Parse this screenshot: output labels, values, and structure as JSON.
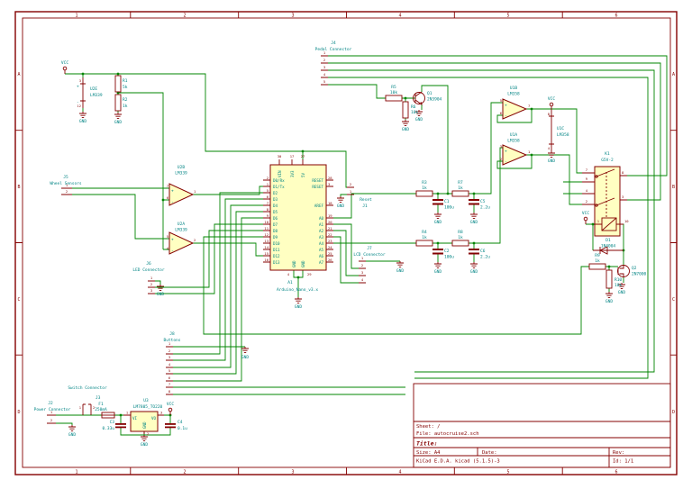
{
  "frame": {
    "cols": [
      "1",
      "2",
      "3",
      "4",
      "5",
      "6"
    ],
    "rows": [
      "A",
      "B",
      "C",
      "D"
    ]
  },
  "title_block": {
    "sheet": "Sheet: /",
    "file": "File: autocruise2.sch",
    "title": "Title:",
    "size": "Size: A4",
    "date": "Date:",
    "rev": "Rev:",
    "generator": "KiCad E.D.A.  kicad (5.1.5)-3",
    "id": "Id: 1/1"
  },
  "power": {
    "vcc": "VCC",
    "gnd": "GND"
  },
  "symbols": {
    "plus": "+",
    "minus": "-"
  },
  "parts": {
    "u2e": {
      "ref": "U2E",
      "value": "LM339",
      "pin_top": "3",
      "pin_bottom": "12"
    },
    "r1": {
      "ref": "R1",
      "value": "5k"
    },
    "r2": {
      "ref": "R2",
      "value": "1k"
    },
    "j5": {
      "ref": "J5",
      "value": "Wheel Sensors",
      "p1": "1",
      "p2": "2"
    },
    "u2b": {
      "ref": "U2B",
      "value": "LM339",
      "pin_plus": "7",
      "pin_minus": "6",
      "pin_out": "1"
    },
    "u2a": {
      "ref": "U2A",
      "value": "LM339",
      "pin_plus": "5",
      "pin_minus": "4",
      "pin_out": "2"
    },
    "j6": {
      "ref": "J6",
      "value": "LED Connector",
      "p1": "1",
      "p2": "2",
      "p3": "3"
    },
    "j8": {
      "ref": "J8",
      "value": "Buttons",
      "pins": [
        "1",
        "2",
        "3",
        "4",
        "5",
        "6",
        "7",
        "8"
      ]
    },
    "a1": {
      "ref": "A1",
      "value": "Arduino_Nano_v3.x",
      "top": [
        {
          "n": "30",
          "name": "VIN"
        },
        {
          "n": "17",
          "name": "3V3"
        },
        {
          "n": "27",
          "name": "5V"
        }
      ],
      "left": [
        {
          "n": "2",
          "name": "D0/Rx"
        },
        {
          "n": "1",
          "name": "D1/Tx"
        },
        {
          "n": "5",
          "name": "D2"
        },
        {
          "n": "6",
          "name": "D3"
        },
        {
          "n": "7",
          "name": "D4"
        },
        {
          "n": "8",
          "name": "D5"
        },
        {
          "n": "9",
          "name": "D6"
        },
        {
          "n": "10",
          "name": "D7"
        },
        {
          "n": "11",
          "name": "D8"
        },
        {
          "n": "12",
          "name": "D9"
        },
        {
          "n": "13",
          "name": "D10"
        },
        {
          "n": "14",
          "name": "D11"
        },
        {
          "n": "15",
          "name": "D12"
        },
        {
          "n": "16",
          "name": "D13"
        }
      ],
      "right": [
        {
          "n": "28",
          "name": "RESET"
        },
        {
          "n": "3",
          "name": "RESET"
        },
        {
          "n": "18",
          "name": "AREF"
        },
        {
          "n": "19",
          "name": "A0"
        },
        {
          "n": "20",
          "name": "A1"
        },
        {
          "n": "21",
          "name": "A2"
        },
        {
          "n": "22",
          "name": "A3"
        },
        {
          "n": "23",
          "name": "A4"
        },
        {
          "n": "24",
          "name": "A5"
        },
        {
          "n": "25",
          "name": "A6"
        },
        {
          "n": "26",
          "name": "A7"
        }
      ],
      "bottom": [
        {
          "n": "4",
          "name": "GND"
        },
        {
          "n": "29",
          "name": "GND"
        }
      ]
    },
    "j1": {
      "ref": "J1",
      "value": "Reset",
      "p1": "1",
      "p2": "2"
    },
    "j4": {
      "ref": "J4",
      "value": "Pedal Connector",
      "pins": [
        "1",
        "2",
        "3",
        "4",
        "5"
      ]
    },
    "r5": {
      "ref": "R5",
      "value": "10k"
    },
    "r6": {
      "ref": "R6",
      "value": "10k"
    },
    "q1": {
      "ref": "Q1",
      "value": "2N3904"
    },
    "u1b": {
      "ref": "U1B",
      "value": "LM358",
      "pin_plus": "5",
      "pin_minus": "6",
      "pin_out": "7"
    },
    "u1a": {
      "ref": "U1A",
      "value": "LM358",
      "pin_plus": "3",
      "pin_minus": "2",
      "pin_out": "1"
    },
    "u1c": {
      "ref": "U1C",
      "value": "LM358",
      "pin_top": "8",
      "pin_bottom": "4"
    },
    "r3": {
      "ref": "R3",
      "value": "1k"
    },
    "r7": {
      "ref": "R7",
      "value": "1k"
    },
    "c1": {
      "ref": "C1",
      "value": "100u"
    },
    "c5": {
      "ref": "C5",
      "value": "2.2u"
    },
    "r4": {
      "ref": "R4",
      "value": "1k"
    },
    "r8": {
      "ref": "R8",
      "value": "1k"
    },
    "c2": {
      "ref": "C2",
      "value": "100u"
    },
    "c6": {
      "ref": "C6",
      "value": "2.2u"
    },
    "j7": {
      "ref": "J7",
      "value": "LCD Connector",
      "pins": [
        "1",
        "2",
        "3",
        "4"
      ]
    },
    "k1": {
      "ref": "K1",
      "value": "G5V-2",
      "p7": "7",
      "p9": "9",
      "p4": "4",
      "p2": "2",
      "p8": "8",
      "p3": "3",
      "p1": "1",
      "p10": "10"
    },
    "d1": {
      "ref": "D1",
      "value": "1N4004"
    },
    "r9": {
      "ref": "R9",
      "value": "1k"
    },
    "r10": {
      "ref": "R10",
      "value": "10k"
    },
    "q2": {
      "ref": "Q2",
      "value": "2N7000"
    },
    "j2": {
      "ref": "J2",
      "value": "Power Connector",
      "p1": "1",
      "p2": "2"
    },
    "j3": {
      "ref": "J3",
      "value": "Switch Connector",
      "p1": "1",
      "p2": "2"
    },
    "f1": {
      "ref": "F1",
      "value": "250mA"
    },
    "u3": {
      "ref": "U3",
      "value": "LM7805_TO220",
      "pin_in": "VI",
      "pin_out": "VO",
      "pin_gnd": "GND",
      "n_in": "1",
      "n_out": "3",
      "n_gnd": "2"
    },
    "c3": {
      "ref": "C3",
      "value": "0.33u"
    },
    "c4": {
      "ref": "C4",
      "value": "0.1u"
    }
  }
}
